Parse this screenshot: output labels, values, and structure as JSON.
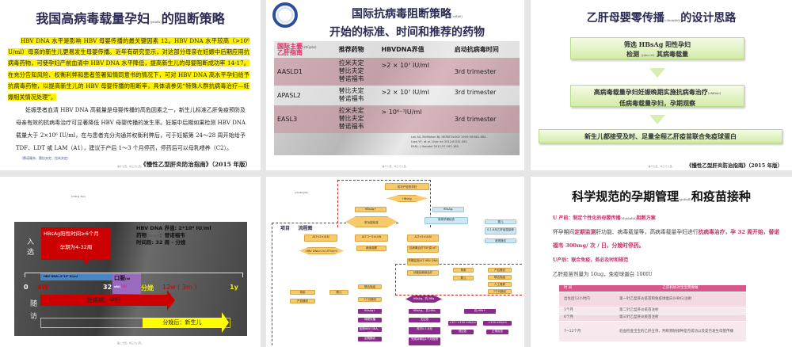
{
  "slide1": {
    "title": "我国高病毒载量孕妇",
    "title_pinyin": "(yùnfù)",
    "title_end": "的阻断策略",
    "highlight_text": "HBV DNA 水平是影响 HBV 母婴传播的最关键因素 12。HBV DNA 水平较高（>10⁶ U/ml）母亲的新生儿更易发生母婴传播。近年有研究显示，对这部分母亲在妊娠中后期应用抗病毒药物，可使孕妇产前血清中 HBV DNA 水平降低，提高新生儿的母婴阻断成功率 14-17。在充分告知风险、权衡利弊和患者签署知情同意书的情况下，可对 HBV DNA 高水平孕妇给予抗病毒药物，以提高新生儿的 HBV 母婴传播的阻断率，具体请参见“特殊人群抗病毒治疗—妊娠相关情况处理”。",
    "body_text": "妊娠患者血清 HBV DNA 高载量是母婴传播的高危因素之一，新生儿标准乙肝免疫预防及母亲有效的抗病毒治疗可显著降低 HBV 母婴传播的发生率。妊娠中后期如果检测 HBV DNA 载量大于 2×10⁶ IU/ml，在与患者充分沟通并权衡利弊后，可于妊娠第 24～28 周开始给予 TDF、LDT 或 LAM（A1），建议于产后 1～3 个月停药，停药后可以母乳喂养（C2）。",
    "note": "（替诺福韦、替比夫定、拉米夫定）",
    "source": "《慢性乙型肝炎防治指南》（2015 年版）",
    "page": "第十七页，共三十八页。"
  },
  "slide2": {
    "title_line1": "国际抗病毒阻断策略",
    "title_pinyin": "(cèlüè)",
    "title_line2": "开始的标准、时间和推荐的药物",
    "headers": [
      "国际主要",
      "(zhǔyào)",
      "乙肝指南",
      "推荐药物",
      "HBVDNA界值",
      "启动抗病毒时间"
    ],
    "rows": [
      {
        "guide": "AASLD1",
        "drugs": [
          "拉米夫定",
          "替比夫定",
          "替诺福韦"
        ],
        "threshold": ">2 × 10⁷ IU/ml",
        "start": "3rd trimester"
      },
      {
        "guide": "APASL2",
        "drugs": [
          "替比夫定",
          "替诺福韦"
        ],
        "threshold": ">2 × 10⁷ IU/ml",
        "start": "3rd trimester"
      },
      {
        "guide": "EASL3",
        "drugs": [
          "拉米夫定",
          "替比夫定",
          "替诺福韦"
        ],
        "threshold": ">  10⁶⁻⁷IU/ml",
        "start": "3rd trimester"
      }
    ],
    "refs": [
      "Lok AS, McMahon BJ. HEPATOLOGY 2009;50:661-662.",
      "Liaw YF, et al. Liver Int 2012;6:531-561.",
      "EASL. J Hepatol 2012;57:167-185."
    ],
    "page": "第十八页，共三十八页。",
    "colors": {
      "header_pink": "#e0245e",
      "row": "#c99aa6"
    }
  },
  "slide3": {
    "title": "乙肝母婴零传播",
    "title_pinyin": "(chuánbō)",
    "title_end": "的设计思路",
    "box1": [
      "筛选 HBsAg 阳性孕妇",
      "检测",
      "(jiǎn cè)",
      "其病毒载量"
    ],
    "box2": [
      "高病毒载量孕妇妊娠晚期实施抗病毒治疗",
      "(zhìliáo)",
      "低病毒载量孕妇，孕期观察"
    ],
    "box3": "新生儿都接受及时、足量全程乙肝疫苗联合免疫球蛋白",
    "source": "《慢性乙型肝炎防治指南》（2015 年版）",
    "page": "第十九页，共三十八页。"
  },
  "slide4": {
    "pinyin": "(zhàng dào)",
    "enroll": [
      "入",
      "选"
    ],
    "followup": [
      "随",
      "访"
    ],
    "red_box": [
      "HBsAg阳性时间≥6个月",
      "孕期为4-32周"
    ],
    "info": [
      "HBV DNA 界值:   2*10⁶ IU/ml",
      "药物",
      "(yàowù)",
      "：替诺福韦",
      "时间段:  32 周 - 分娩"
    ],
    "blue_bar": "HBV DNA>2*10⁶ IU/ml",
    "oral": [
      "口服",
      "(kǒ",
      "ufú)",
      "TDF"
    ],
    "ticks": [
      "0",
      "4W",
      "32",
      "分娩",
      "12w ( 3m )",
      "1y"
    ],
    "pregnancy_arrow": "妊娠期：孕妇",
    "newborn_arrow": "分娩后：新生儿",
    "page": "第二十页，共三十八页。"
  },
  "slide5": {
    "pinyin": "(zhuàngtài)",
    "label": "项目     流程图",
    "nodes": {
      "start": "初次产检的孕妇",
      "hbsag": "HBsAg",
      "pos": "HBsAg+",
      "neg": "HBsAg-",
      "eval": "肝功能检查",
      "neg_action": "常规孕期检查",
      "baby": "婴儿",
      "vaccine": "0-1-6月乙肝疫苗接种",
      "followup_neg": "常规随访",
      "alt1": "ALT<2×ULN",
      "alt2": "ALT 2~5×ULN",
      "alt3": "ALT>5×ULN",
      "dna": "HBV DNA>2×10⁶IU/ml",
      "watch": "继续观察",
      "tdf": "抗病毒治疗TDF或LdT",
      "monitor": "孕期监测ALT HBV DNA",
      "after": "分娩后继续治疗",
      "mother": "母亲",
      "infant": "婴儿",
      "postpartum": "产后随访",
      "combined": "联合免疫",
      "artificial": "人工喂养",
      "seven": "7个月随访",
      "decision": "HBsAg、抗-HBs",
      "p1": "HBsAg+",
      "p2": "HBsAg-、抗-HBs-",
      "p3": "抗-HBs+",
      "p4": "<10~<100 mIU/ml",
      "p5": ">100 mIU/ml",
      "q1": "母婴传播",
      "q2": "无应答",
      "q3": "检测HBV DNA、ALT",
      "q4": "再次0-1-6月",
      "q5": "低应答",
      "q6": "正常应答",
      "q7": "定期随访",
      "q8": "完成补种后1个月检测"
    }
  },
  "slide6": {
    "title": "科学规范的孕期管理",
    "title_pinyin": "(guǎnlǐ)",
    "title_end": "和疫苗接种",
    "line1": "U 产前：制定个性化的母婴传播",
    "line1_py": "(chuánbō)",
    "line1_end": "阻断方案",
    "para_a": "怀孕期间",
    "para_b": "定期监测",
    "para_c": "肝功能、病毒载量等，高病毒载量孕妇进行",
    "para_d": "抗病毒治疗，孕 32 周开始，替诺福韦 300mg/ 次 / 日，分娩时停药。",
    "line3": "U产后：联合免疫，务必及时和规范",
    "line4": "乙肝疫苗剂量为 10ug，免疫球蛋白 100IU",
    "table_headers": [
      "时 间",
      "乙肝妈妈对宝宝需要做"
    ],
    "table_rows": [
      [
        "出生后12小时内",
        "第一针乙型肝炎疫苗和免疫球蛋白(HBIG)注射"
      ],
      [
        "1个月",
        "第二针乙型肝炎疫苗注射"
      ],
      [
        "6个月",
        "第三针乙型肝炎疫苗注射"
      ],
      [
        "7~12个月",
        "验血检查宝宝的乙肝五项，判断预防接种是否成功以及是否发生母婴传播"
      ]
    ]
  }
}
